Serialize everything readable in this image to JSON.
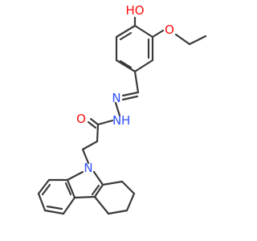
{
  "molecule": {
    "atom_labels": {
      "hydroxyl": "HO",
      "ethoxy_oxygen": "O",
      "imine_nitrogen": "N",
      "amide_nitrogen": "N",
      "amide_hydrogen": "H",
      "carbonyl_oxygen": "O",
      "carbazole_nitrogen": "N"
    },
    "colors": {
      "bond": "#3a3a3a",
      "oxygen": "#ff0d0d",
      "nitrogen": "#3050f8"
    }
  }
}
